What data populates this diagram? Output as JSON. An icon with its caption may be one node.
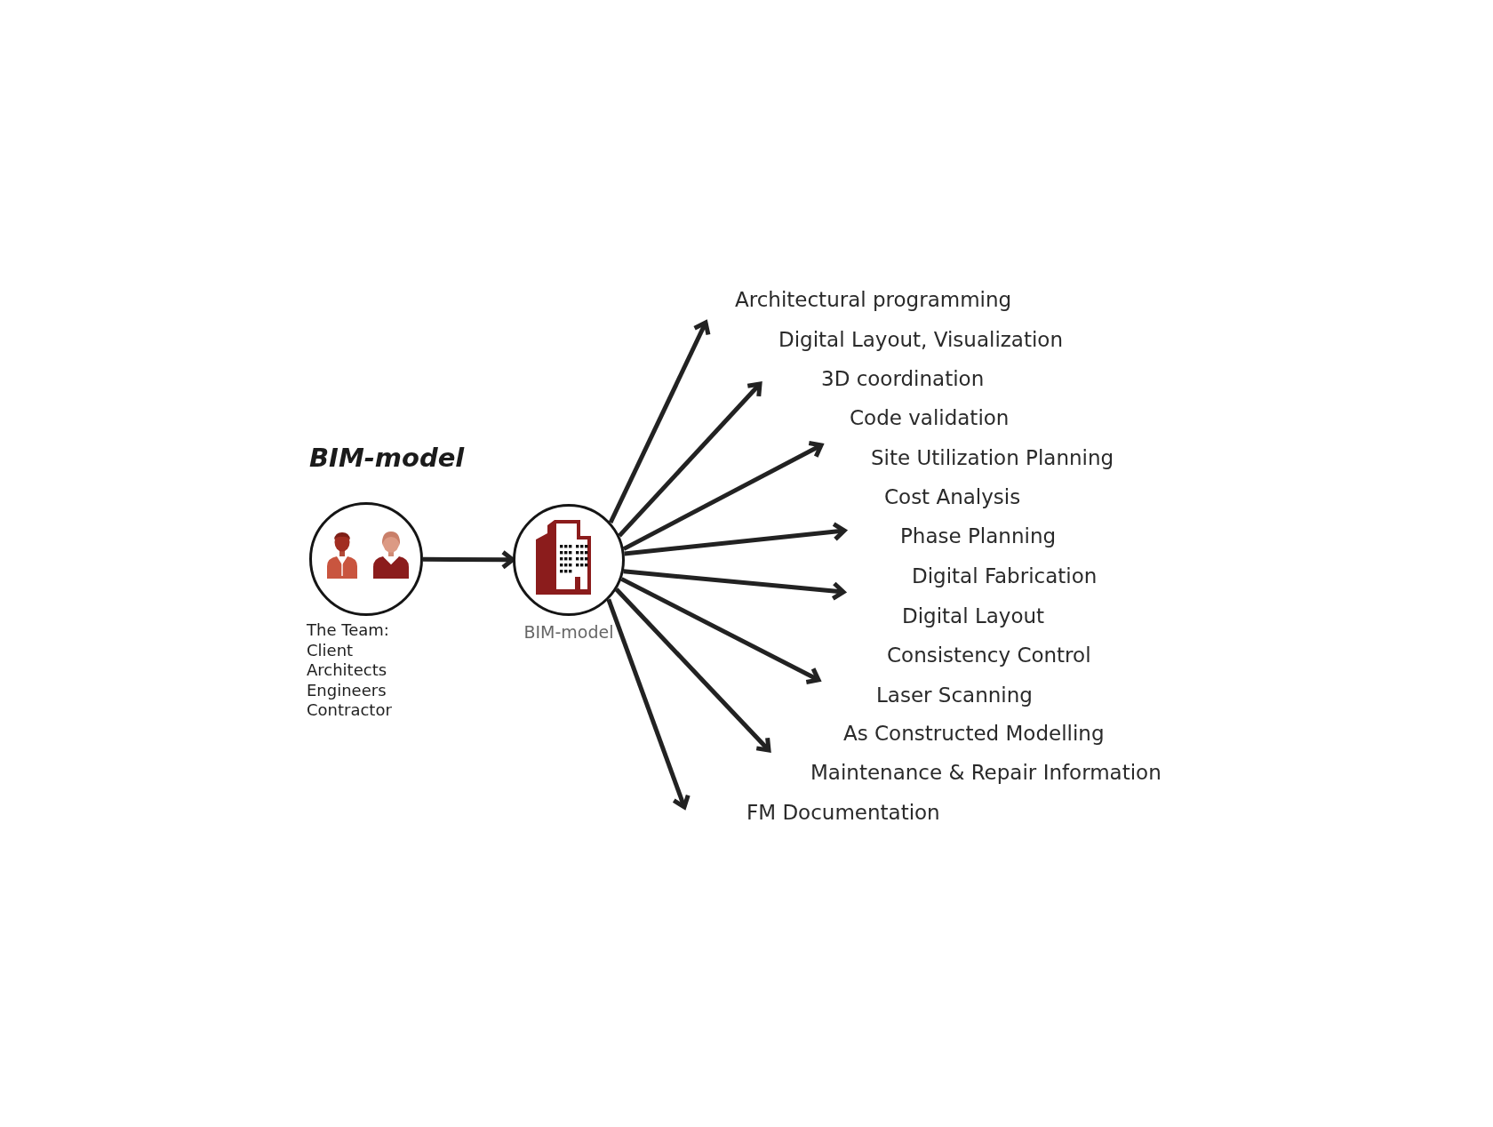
{
  "diagram": {
    "title": "BIM-model",
    "nodes": [
      {
        "text": [],
        "shape": "circle",
        "beside": [
          "The Team: Client Architects Engineers Contractor"
        ]
      },
      {
        "text": [],
        "shape": "circle",
        "beside": [
          "BIM-model"
        ]
      }
    ],
    "edges": [
      {
        "from": 0,
        "to": 1,
        "arrow": "to"
      },
      {
        "from": 1,
        "to": null,
        "arrow": "to"
      },
      {
        "from": 1,
        "to": null,
        "arrow": "to"
      },
      {
        "from": 1,
        "to": null,
        "arrow": "to"
      },
      {
        "from": 1,
        "to": null,
        "arrow": "to"
      },
      {
        "from": 1,
        "to": null,
        "arrow": "to"
      },
      {
        "from": 1,
        "to": null,
        "arrow": "to"
      },
      {
        "from": 1,
        "to": null,
        "arrow": "to"
      },
      {
        "from": 1,
        "to": null,
        "arrow": "to"
      }
    ],
    "labels": [
      "Architectural programming",
      "Digital Layout, Visualization",
      "3D coordination",
      "Code validation",
      "Site Utilization Planning",
      "Cost Analysis",
      "Phase Planning",
      "Digital Fabrication",
      "Digital Layout",
      "Consistency Control",
      "Laser Scanning",
      "As Constructed Modelling",
      "Maintenance & Repair Information",
      "FM Documentation"
    ]
  }
}
